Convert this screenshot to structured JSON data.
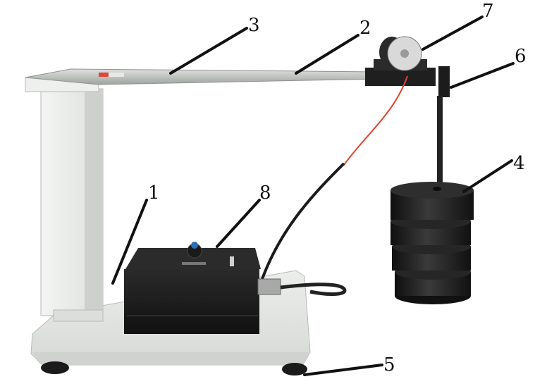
{
  "labels": {
    "l1": "1",
    "l2": "2",
    "l3": "3",
    "l4": "4",
    "l5": "5",
    "l6": "6",
    "l7": "7",
    "l8": "8"
  },
  "colors": {
    "background": "#ffffff",
    "frame": "#e6e8e6",
    "frame_shadow": "#c9ccc9",
    "box": "#1b1b1b",
    "weights": "#1a1a1a",
    "wire_red": "#d8482f",
    "knob_blue": "#2a6fb8"
  }
}
